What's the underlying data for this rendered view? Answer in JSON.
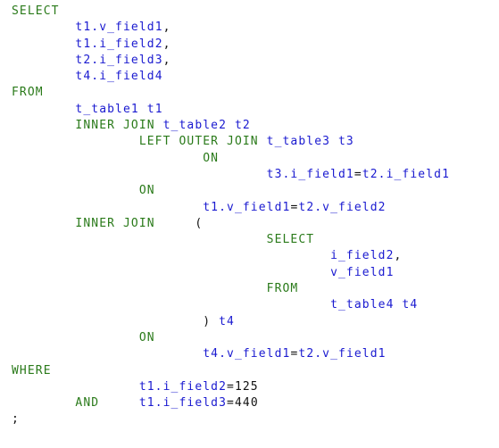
{
  "colors": {
    "keyword": "#2a7a1a",
    "identifier": "#1a1ad0",
    "operator": "#111111",
    "background": "#ffffff"
  },
  "lines": [
    {
      "indent": 0,
      "tokens": [
        {
          "t": "kw",
          "v": "SELECT"
        }
      ]
    },
    {
      "indent": 8,
      "tokens": [
        {
          "t": "id",
          "v": "t1.v_field1"
        },
        {
          "t": "op",
          "v": ","
        }
      ]
    },
    {
      "indent": 8,
      "tokens": [
        {
          "t": "id",
          "v": "t1.i_field2"
        },
        {
          "t": "op",
          "v": ","
        }
      ]
    },
    {
      "indent": 8,
      "tokens": [
        {
          "t": "id",
          "v": "t2.i_field3"
        },
        {
          "t": "op",
          "v": ","
        }
      ]
    },
    {
      "indent": 8,
      "tokens": [
        {
          "t": "id",
          "v": "t4.i_field4"
        }
      ]
    },
    {
      "indent": 0,
      "tokens": [
        {
          "t": "kw",
          "v": "FROM"
        }
      ]
    },
    {
      "indent": 8,
      "tokens": [
        {
          "t": "id",
          "v": "t_table1 t1"
        }
      ]
    },
    {
      "indent": 8,
      "tokens": [
        {
          "t": "kw",
          "v": "INNER JOIN "
        },
        {
          "t": "id",
          "v": "t_table2 t2"
        }
      ]
    },
    {
      "indent": 16,
      "tokens": [
        {
          "t": "kw",
          "v": "LEFT OUTER JOIN "
        },
        {
          "t": "id",
          "v": "t_table3 t3"
        }
      ]
    },
    {
      "indent": 24,
      "tokens": [
        {
          "t": "kw",
          "v": "ON"
        }
      ]
    },
    {
      "indent": 32,
      "tokens": [
        {
          "t": "id",
          "v": "t3.i_field1"
        },
        {
          "t": "op",
          "v": "="
        },
        {
          "t": "id",
          "v": "t2.i_field1"
        }
      ]
    },
    {
      "indent": 16,
      "tokens": [
        {
          "t": "kw",
          "v": "ON"
        }
      ]
    },
    {
      "indent": 24,
      "tokens": [
        {
          "t": "id",
          "v": "t1.v_field1"
        },
        {
          "t": "op",
          "v": "="
        },
        {
          "t": "id",
          "v": "t2.v_field2"
        }
      ]
    },
    {
      "indent": 8,
      "tokens": [
        {
          "t": "kw",
          "v": "INNER JOIN"
        },
        {
          "t": "op",
          "v": "     ("
        }
      ]
    },
    {
      "indent": 32,
      "tokens": [
        {
          "t": "kw",
          "v": "SELECT"
        }
      ]
    },
    {
      "indent": 40,
      "tokens": [
        {
          "t": "id",
          "v": "i_field2"
        },
        {
          "t": "op",
          "v": ","
        }
      ]
    },
    {
      "indent": 40,
      "tokens": [
        {
          "t": "id",
          "v": "v_field1"
        }
      ]
    },
    {
      "indent": 32,
      "tokens": [
        {
          "t": "kw",
          "v": "FROM"
        }
      ]
    },
    {
      "indent": 40,
      "tokens": [
        {
          "t": "id",
          "v": "t_table4 t4"
        }
      ]
    },
    {
      "indent": 24,
      "tokens": [
        {
          "t": "op",
          "v": ") "
        },
        {
          "t": "id",
          "v": "t4"
        }
      ]
    },
    {
      "indent": 16,
      "tokens": [
        {
          "t": "kw",
          "v": "ON"
        }
      ]
    },
    {
      "indent": 24,
      "tokens": [
        {
          "t": "id",
          "v": "t4.v_field1"
        },
        {
          "t": "op",
          "v": "="
        },
        {
          "t": "id",
          "v": "t2.v_field1"
        }
      ]
    },
    {
      "indent": 0,
      "tokens": [
        {
          "t": "kw",
          "v": "WHERE"
        }
      ]
    },
    {
      "indent": 16,
      "tokens": [
        {
          "t": "id",
          "v": "t1.i_field2"
        },
        {
          "t": "op",
          "v": "=125"
        }
      ]
    },
    {
      "indent": 8,
      "tokens": [
        {
          "t": "kw",
          "v": "AND"
        },
        {
          "t": "op",
          "v": "     "
        },
        {
          "t": "id",
          "v": "t1.i_field3"
        },
        {
          "t": "op",
          "v": "=440"
        }
      ]
    },
    {
      "indent": 0,
      "tokens": [
        {
          "t": "op",
          "v": ";"
        }
      ]
    }
  ]
}
